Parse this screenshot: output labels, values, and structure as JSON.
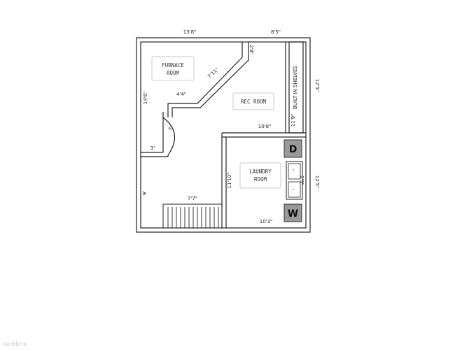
{
  "rooms": {
    "furnace": [
      "FURNACE",
      "ROOM"
    ],
    "rec": "REC ROOM",
    "laundry": [
      "LAUNDRY",
      "ROOM"
    ],
    "shelves": "BUILT IN SHELVES"
  },
  "appliances": {
    "dryer": "D",
    "washer": "W"
  },
  "dimensions": {
    "top_left": "13'8\"",
    "top_right": "8'5\"",
    "right_upper": "12'5\"",
    "right_lower": "12'5\"",
    "left_upper": "14'6\"",
    "left_lower": "9'",
    "diag_top": "2'8\"",
    "diag": "7'11\"",
    "furnace_w": "4'4\"",
    "door": "7'",
    "small": "3'",
    "rec_w": "10'8\"",
    "shelf_h": "11'9\"",
    "laundry_h": "11'10\"",
    "stairs_w": "7'7\"",
    "laundry_w": "10'3\"",
    "sink": "2'9\""
  },
  "watermark": "rentlinx"
}
